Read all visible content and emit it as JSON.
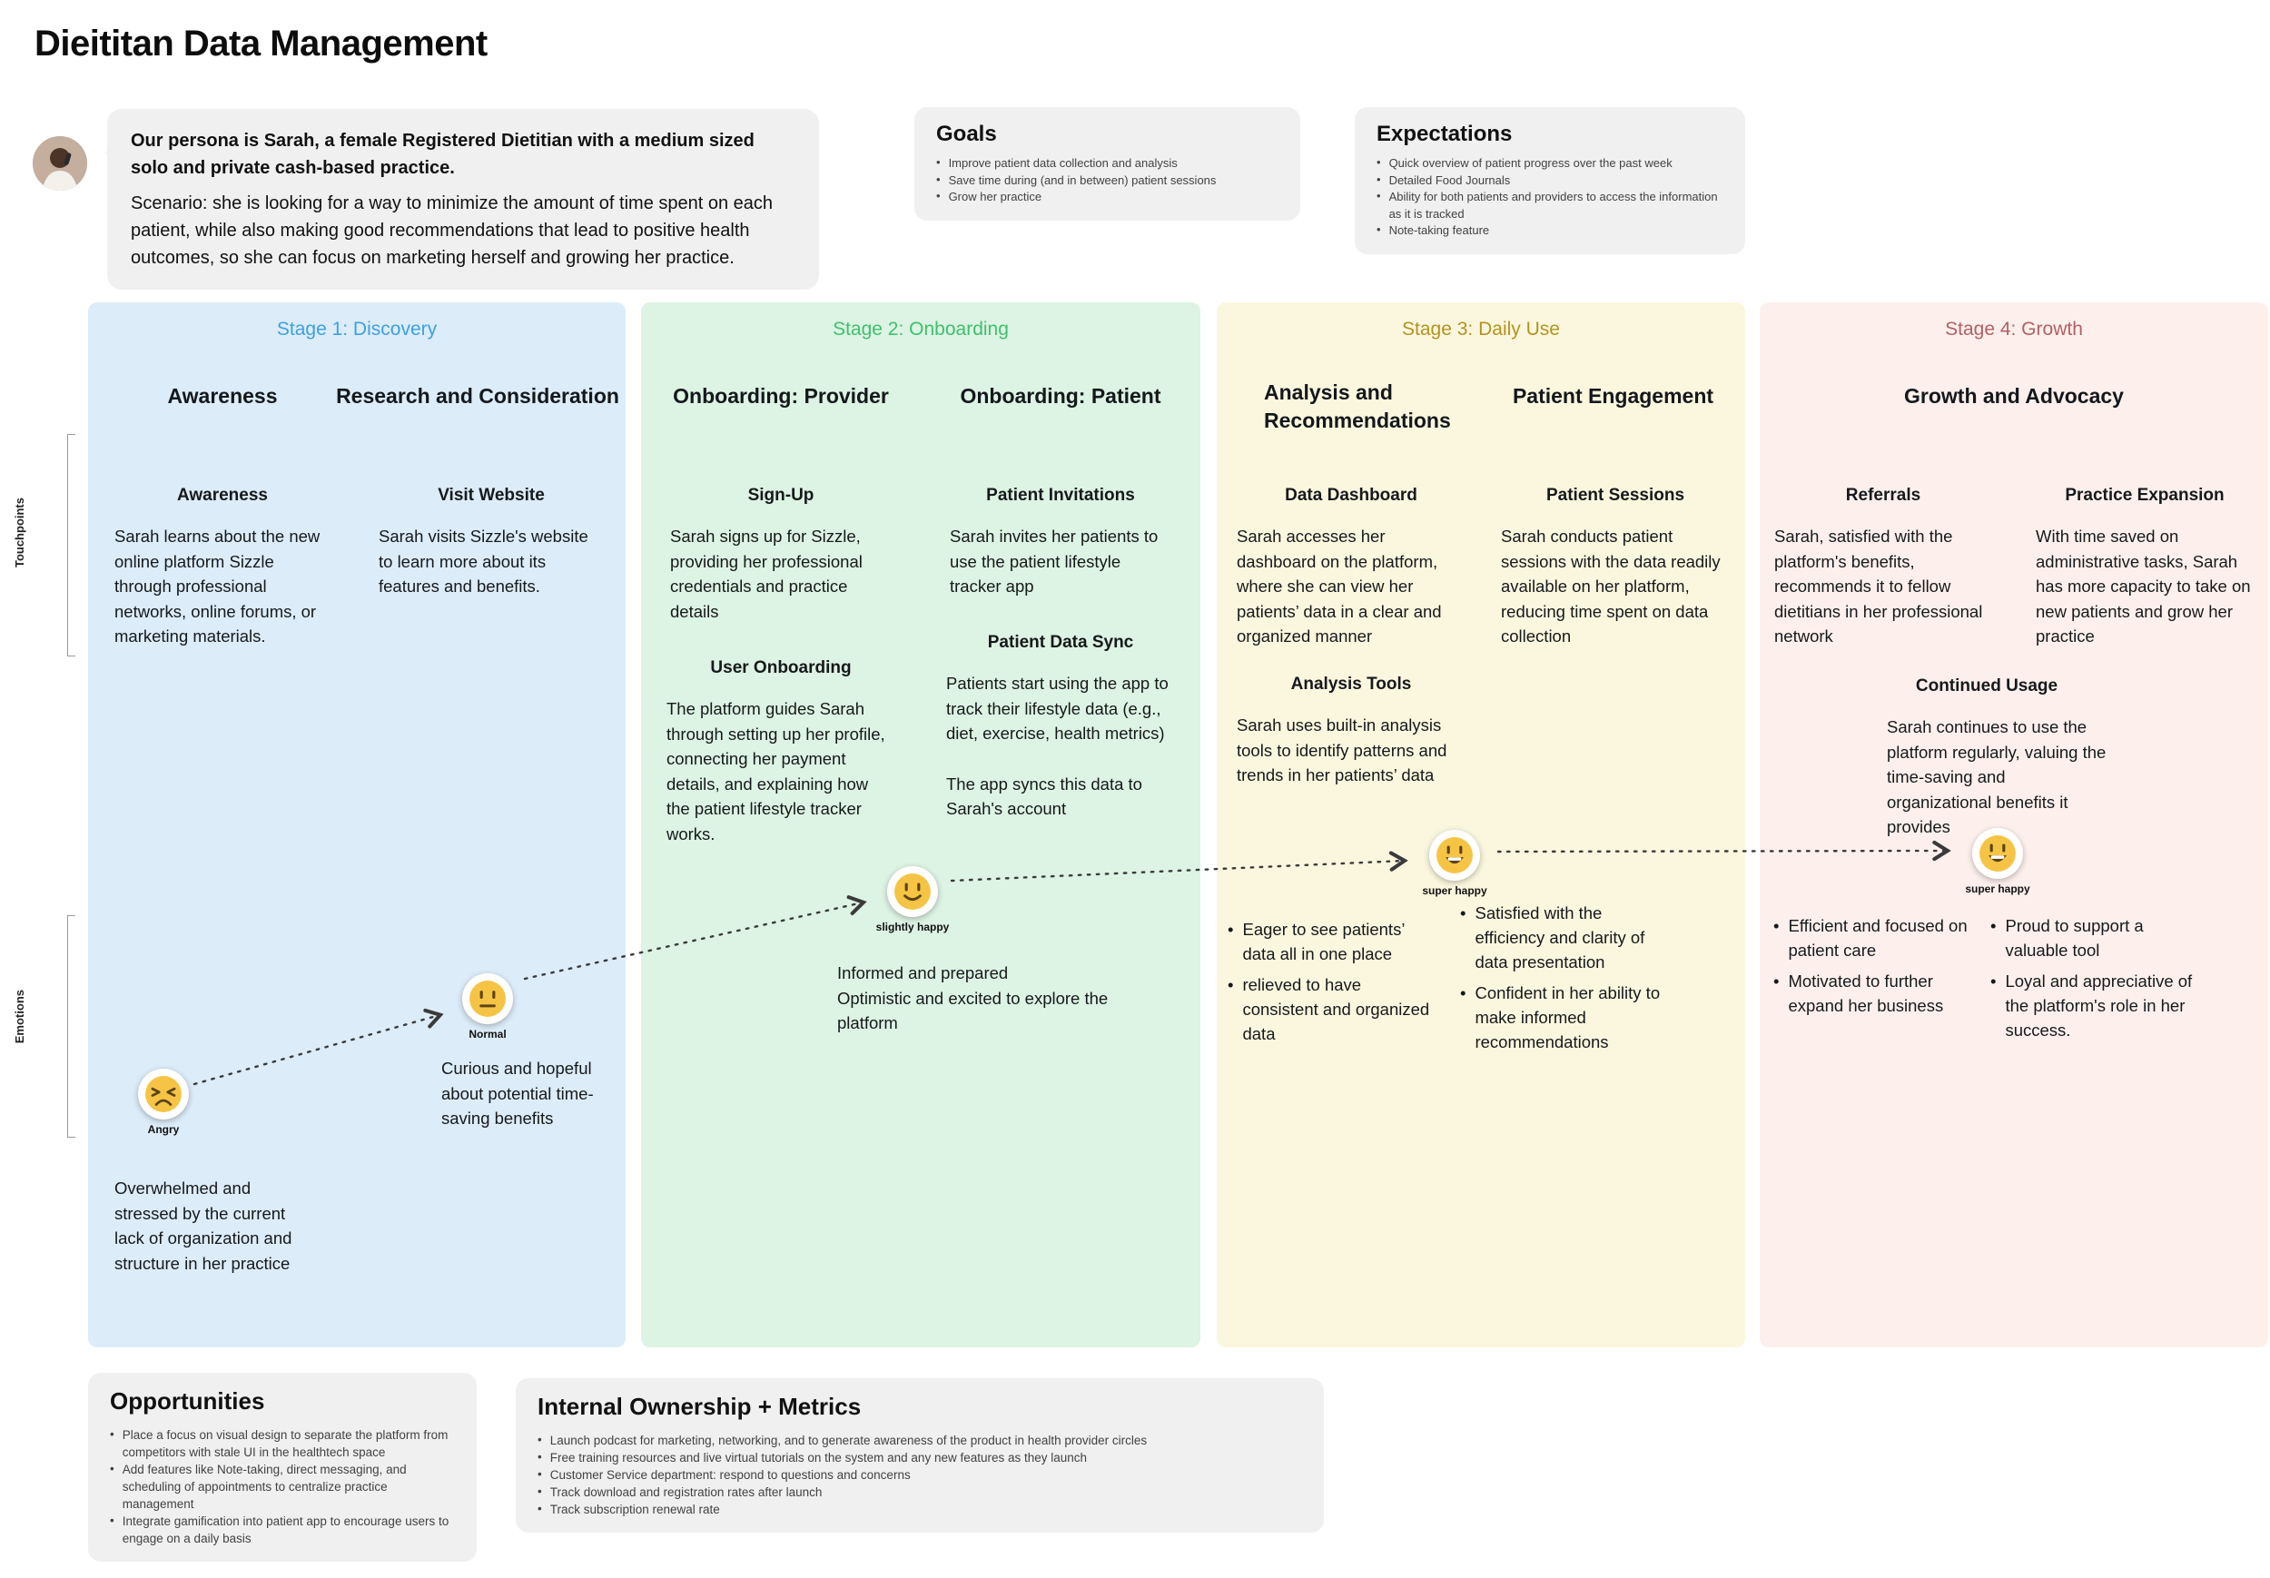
{
  "title": "Dieititan Data Management",
  "persona": {
    "highlight": "Our persona is Sarah, a female Registered Dietitian with a medium sized solo and private cash-based practice.",
    "scenario": "Scenario: she is looking for a way to minimize the amount of time spent on each patient, while also making good recommendations that lead to positive health outcomes, so she can focus on marketing herself and growing her practice."
  },
  "goals": {
    "title": "Goals",
    "items": [
      "Improve patient data collection and analysis",
      "Save time during (and in between) patient sessions",
      "Grow her practice"
    ]
  },
  "expectations": {
    "title": "Expectations",
    "items": [
      "Quick overview of patient progress over the past week",
      "Detailed Food Journals",
      "Ability for both patients and providers to access the information as it is tracked",
      "Note-taking feature"
    ]
  },
  "side_labels": {
    "touchpoints": "Touchpoints",
    "emotions": "Emotions"
  },
  "stages": {
    "s1": {
      "header": "Stage 1: Discovery",
      "accent": "#3ea0e0",
      "bg": "#dcecf8",
      "col1": "Awareness",
      "col2": "Research and Consideration",
      "cards": {
        "awareness": {
          "title": "Awareness",
          "body": "Sarah learns about the new online platform Sizzle through professional networks, online forums, or marketing materials."
        },
        "visit_website": {
          "title": "Visit Website",
          "body": "Sarah visits Sizzle's website to learn more about its features and benefits."
        }
      },
      "emotions": {
        "angry": {
          "label": "Angry",
          "desc": "Overwhelmed and stressed by the current lack of organization and structure in her practice"
        },
        "normal": {
          "label": "Normal",
          "desc": "Curious and hopeful about potential time-saving benefits"
        }
      }
    },
    "s2": {
      "header": "Stage 2: Onboarding",
      "accent": "#3fc06f",
      "bg": "#ddf3e3",
      "col1": "Onboarding: Provider",
      "col2": "Onboarding: Patient",
      "cards": {
        "sign_up": {
          "title": "Sign-Up",
          "body": "Sarah signs up for Sizzle, providing her professional credentials and practice details"
        },
        "user_onboarding": {
          "title": "User Onboarding",
          "body": "The platform guides Sarah through setting up her profile, connecting her payment details, and explaining how the patient lifestyle tracker works."
        },
        "patient_invitations": {
          "title": "Patient Invitations",
          "body": "Sarah invites her patients to use the patient lifestyle tracker app"
        },
        "patient_data_sync": {
          "title": "Patient Data Sync",
          "body": "Patients start using the app to track their lifestyle data (e.g., diet, exercise, health metrics)",
          "body2": "The app syncs this data to Sarah's account"
        }
      },
      "emotion": {
        "label": "slightly happy",
        "desc_line1": "Informed and prepared",
        "desc_line2": "Optimistic and excited to explore the platform"
      }
    },
    "s3": {
      "header": "Stage 3: Daily Use",
      "accent": "#b3931f",
      "bg": "#fbf7de",
      "col1": "Analysis and Recommendations",
      "col2": "Patient Engagement",
      "cards": {
        "data_dashboard": {
          "title": "Data Dashboard",
          "body": "Sarah accesses her dashboard on the platform, where she can view her patients’ data in a clear and organized manner"
        },
        "analysis_tools": {
          "title": "Analysis Tools",
          "body": "Sarah uses built-in analysis tools to identify patterns and trends in her patients’ data"
        },
        "patient_sessions": {
          "title": "Patient Sessions",
          "body": "Sarah conducts patient sessions with the data readily available on her platform, reducing time spent on data collection"
        }
      },
      "emotion": {
        "label": "super happy"
      },
      "feelings_left": [
        "Eager to see patients’ data all in one place",
        "relieved to have consistent and organized data"
      ],
      "feelings_right": [
        "Satisfied with the efficiency and clarity of data presentation",
        "Confident in her ability to make informed recommendations"
      ]
    },
    "s4": {
      "header": "Stage 4: Growth",
      "accent": "#b35f66",
      "bg": "#fdf0ec",
      "col1": "Growth and Advocacy",
      "cards": {
        "referrals": {
          "title": "Referrals",
          "body": "Sarah, satisfied with the platform's benefits, recommends it to fellow dietitians in her professional network"
        },
        "practice_expansion": {
          "title": "Practice Expansion",
          "body": "With time saved on administrative tasks, Sarah has more capacity to take on new patients and grow her practice"
        },
        "continued_usage": {
          "title": "Continued Usage",
          "body": "Sarah continues to use the platform regularly, valuing the time-saving and organizational benefits it provides"
        }
      },
      "emotion": {
        "label": "super happy"
      },
      "feelings_left": [
        "Efficient and focused on patient care",
        "Motivated to further expand her business"
      ],
      "feelings_right": [
        "Proud to support a valuable tool",
        "Loyal and appreciative of the platform's role in her success."
      ]
    }
  },
  "opportunities": {
    "title": "Opportunities",
    "items": [
      "Place a focus on visual design to separate the platform from competitors with stale UI in the healthtech space",
      "Add features like Note-taking, direct messaging, and scheduling of appointments to centralize practice management",
      "Integrate gamification into patient app to encourage users to engage on a daily basis"
    ]
  },
  "internal": {
    "title": "Internal Ownership + Metrics",
    "items": [
      "Launch podcast for marketing, networking, and to generate awareness of the product in health provider circles",
      "Free training resources and live virtual tutorials on the system and any new features as they launch",
      "Customer Service department: respond to questions and concerns",
      "Track download and registration rates after launch",
      "Track subscription renewal rate"
    ]
  }
}
